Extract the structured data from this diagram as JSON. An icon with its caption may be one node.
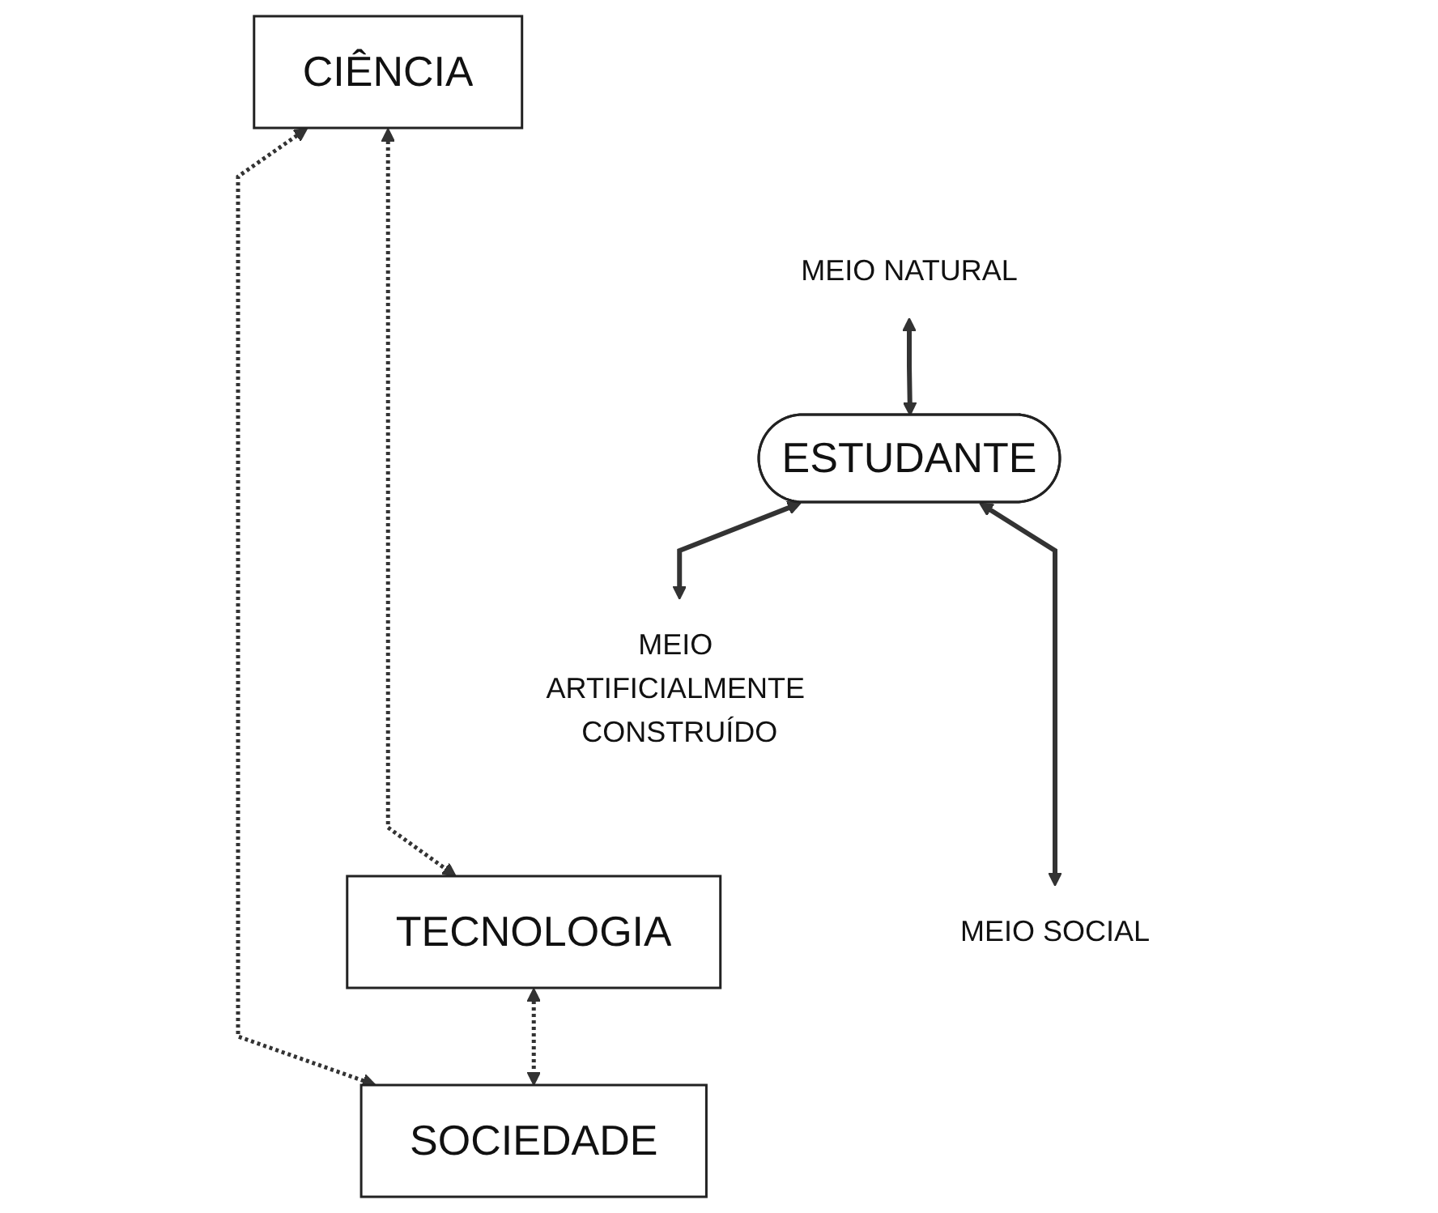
{
  "diagram": {
    "nodes": [
      {
        "text": [
          "CIÊNCIA"
        ]
      },
      {
        "text": [
          "MEIO NATURAL"
        ]
      },
      {
        "text": [
          "ESTUDANTE"
        ]
      },
      {
        "text": [
          "MEIO ARTIFICIALMENTE CONSTRUÍDO"
        ]
      },
      {
        "text": [
          "MEIO SOCIAL"
        ]
      },
      {
        "text": [
          "TECNOLOGIA"
        ]
      },
      {
        "text": [
          "SOCIEDADE"
        ]
      }
    ],
    "edges": [
      {
        "from": 1,
        "to": 2,
        "arrow": "both"
      },
      {
        "from": 2,
        "to": 3,
        "arrow": "both"
      },
      {
        "from": 2,
        "to": 4,
        "arrow": "both"
      },
      {
        "from": 0,
        "to": 5,
        "arrow": "both",
        "style": "dashed"
      },
      {
        "from": 0,
        "to": 6,
        "arrow": "both",
        "style": "dashed"
      },
      {
        "from": 5,
        "to": 6,
        "arrow": "both",
        "style": "dashed"
      }
    ]
  }
}
